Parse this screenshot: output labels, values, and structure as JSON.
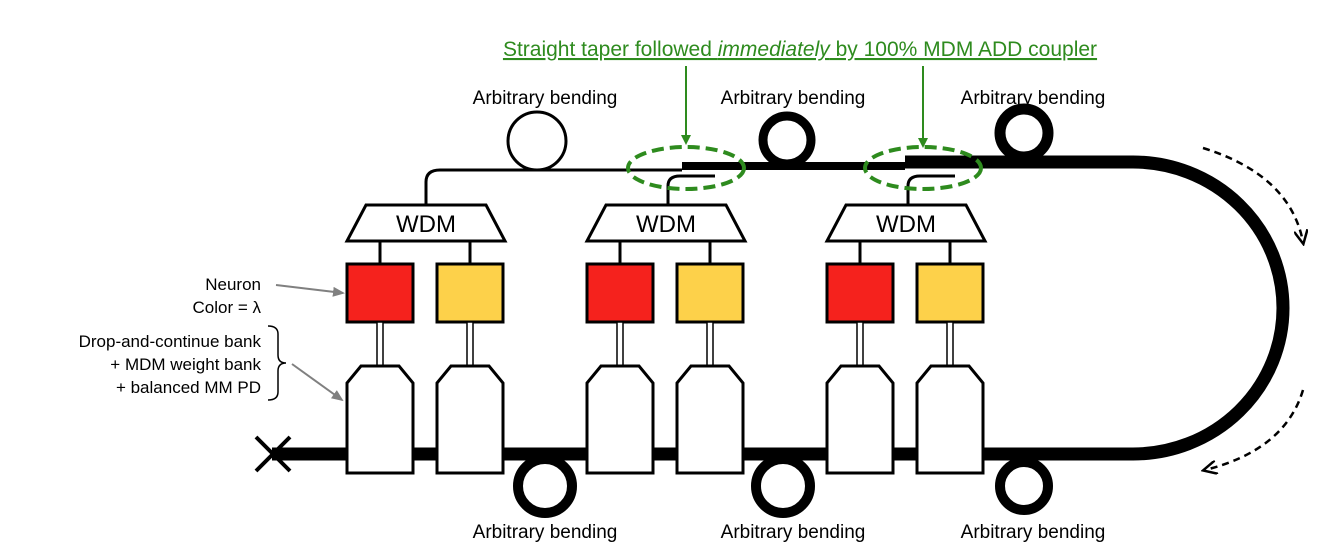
{
  "header": {
    "prefix": "Straight taper followed ",
    "emphasis": "immediately",
    "suffix": " by 100% MDM ADD coupler"
  },
  "bending": {
    "top": [
      "Arbitrary bending",
      "Arbitrary bending",
      "Arbitrary bending"
    ],
    "bottom": [
      "Arbitrary bending",
      "Arbitrary bending",
      "Arbitrary bending"
    ]
  },
  "wdm_label": "WDM",
  "legend": {
    "neuron_line1": "Neuron",
    "neuron_line2": "Color = λ",
    "bank_line1": "Drop-and-continue bank",
    "bank_line2": "+ MDM weight bank",
    "bank_line3": "+ balanced MM PD"
  },
  "colors": {
    "neuron_red": "#f5221d",
    "neuron_yellow": "#fdd14a",
    "annotation_green": "#2e8b1e",
    "waveguide": "#000000",
    "annotation_arrow": "#808080"
  }
}
